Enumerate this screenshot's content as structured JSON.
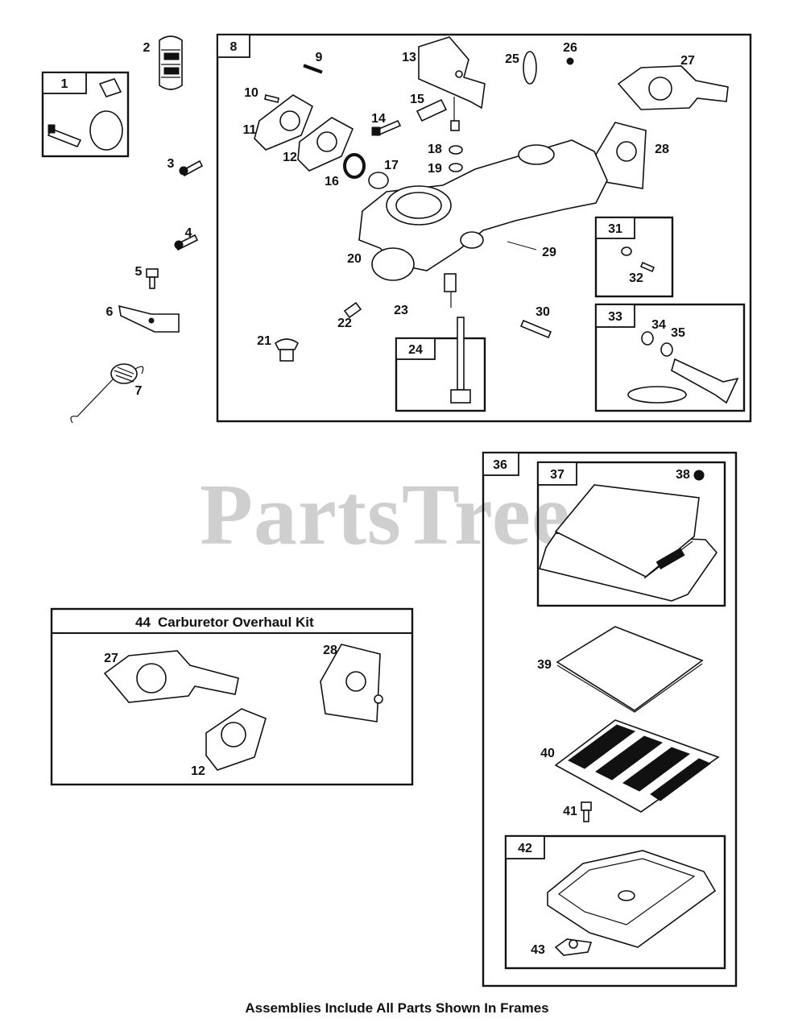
{
  "watermark": "PartsTree",
  "footer": "Assemblies Include All Parts Shown In Frames",
  "kit_frame": {
    "number": "44",
    "title": "Carburetor Overhaul Kit"
  },
  "frames": [
    "1",
    "8",
    "24",
    "31",
    "33",
    "36",
    "37",
    "42"
  ],
  "callouts": [
    "2",
    "3",
    "4",
    "5",
    "6",
    "7",
    "9",
    "10",
    "11",
    "12",
    "13",
    "14",
    "15",
    "16",
    "17",
    "18",
    "19",
    "20",
    "21",
    "22",
    "23",
    "25",
    "26",
    "27",
    "28",
    "29",
    "30",
    "32",
    "34",
    "35",
    "38",
    "39",
    "40",
    "41",
    "43"
  ],
  "kit_callouts": [
    "27",
    "28",
    "12"
  ]
}
